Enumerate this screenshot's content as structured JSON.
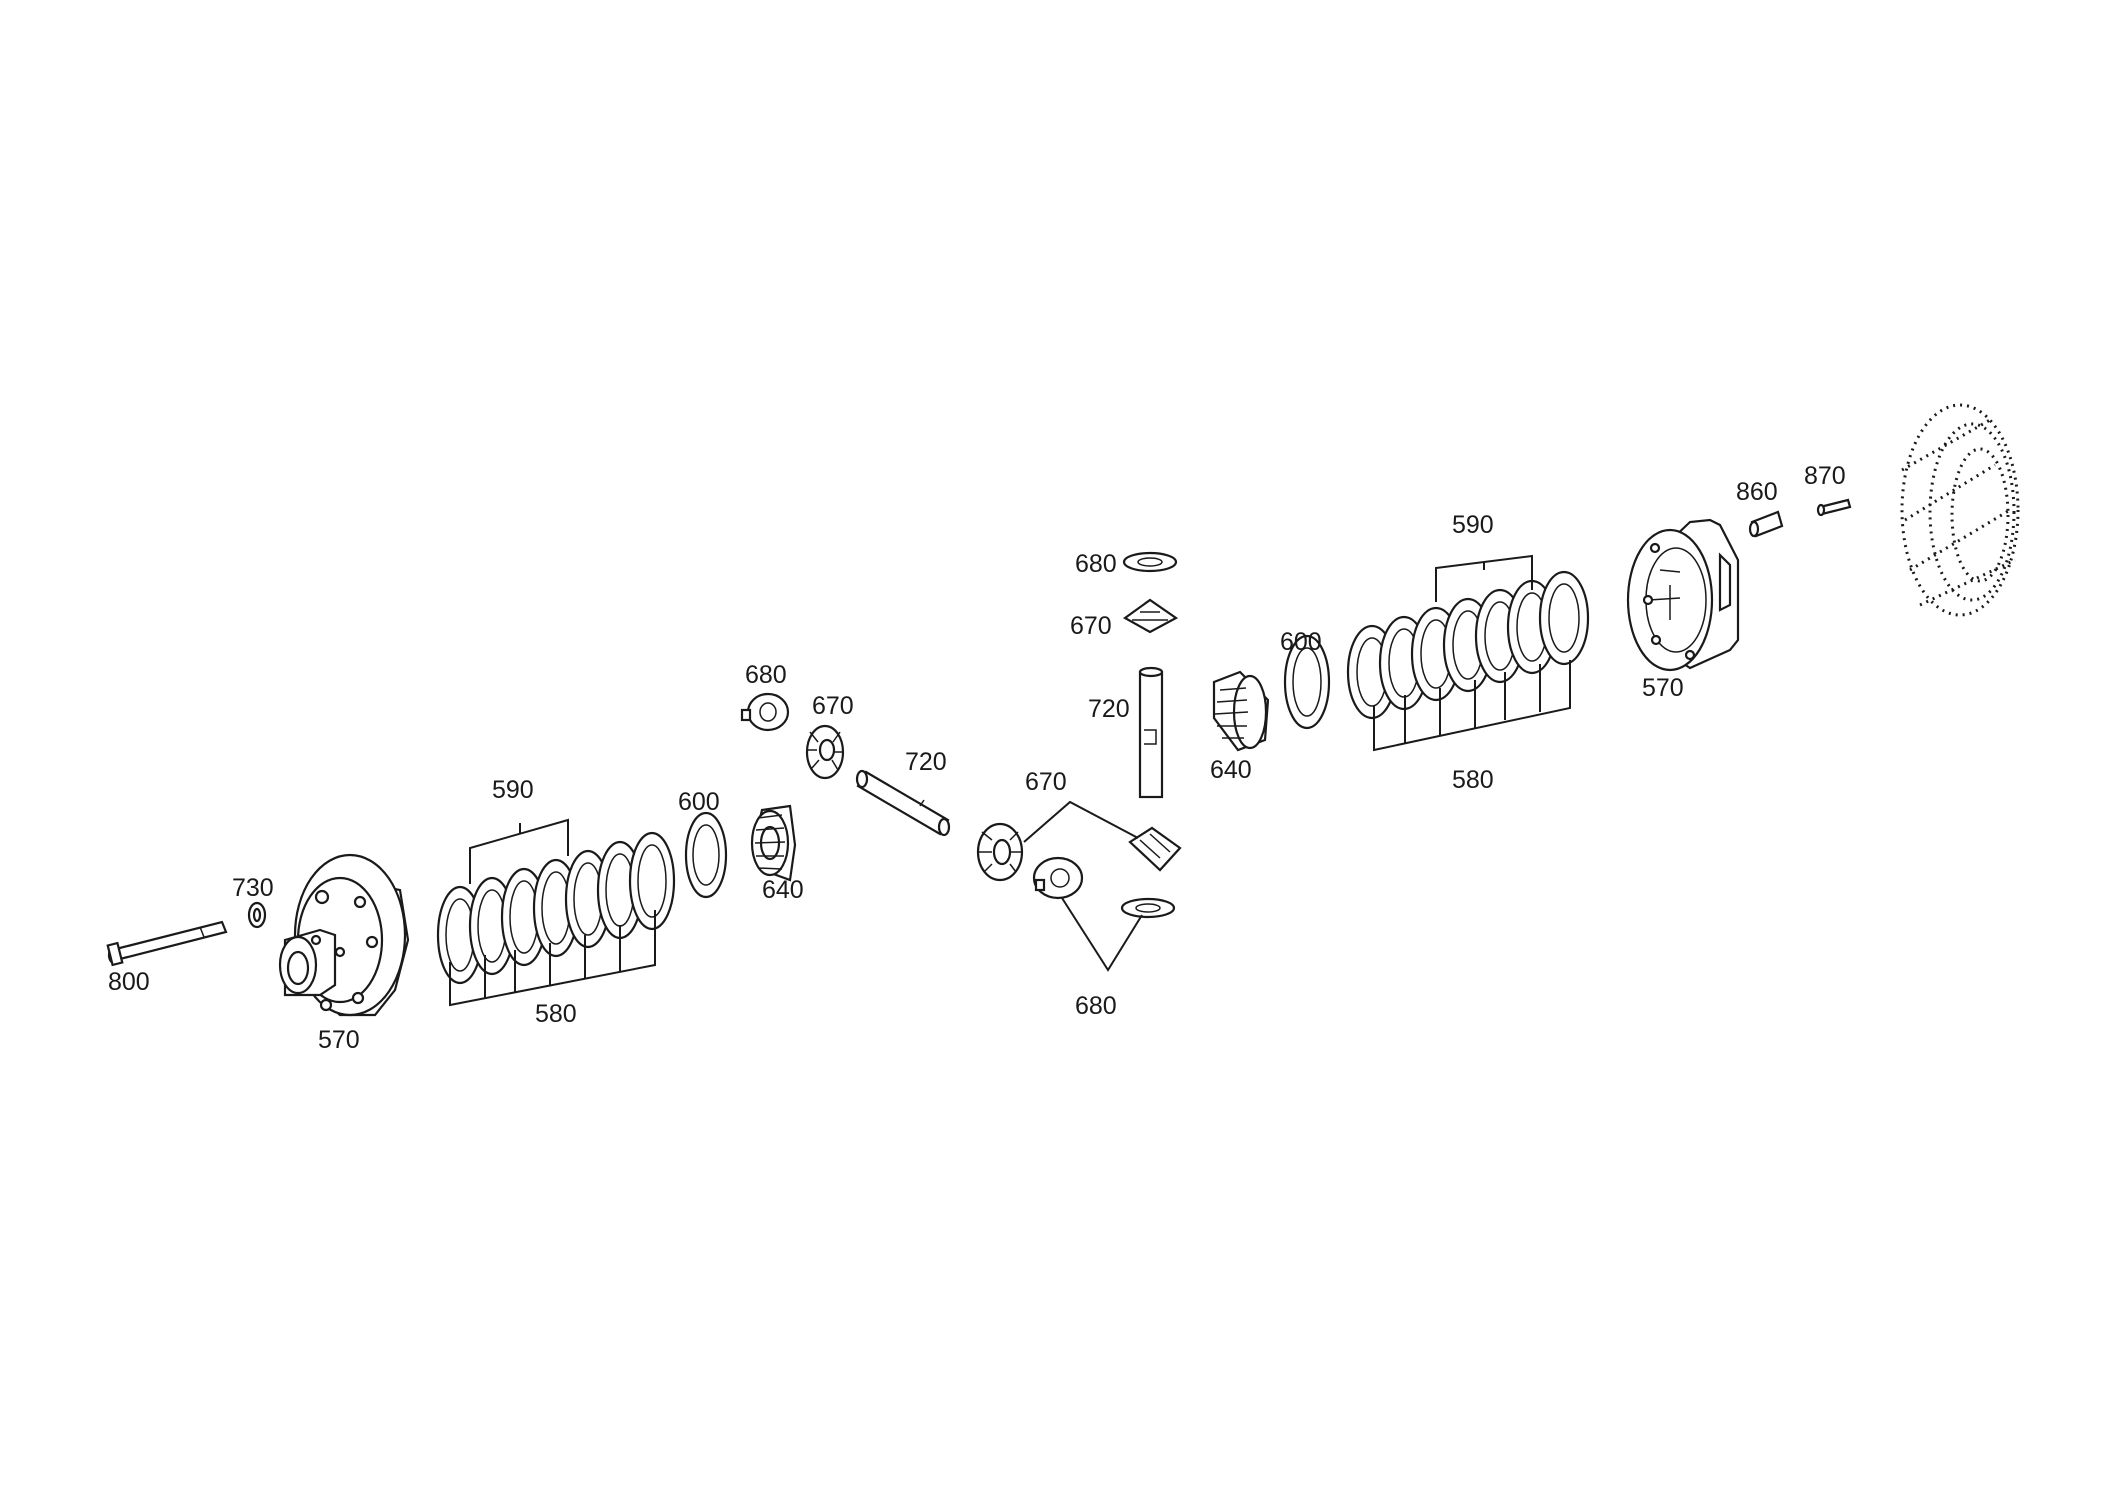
{
  "diagram": {
    "callouts": [
      {
        "id": "l800",
        "text": "800"
      },
      {
        "id": "l730",
        "text": "730"
      },
      {
        "id": "l570a",
        "text": "570"
      },
      {
        "id": "l590a",
        "text": "590"
      },
      {
        "id": "l580a",
        "text": "580"
      },
      {
        "id": "l600a",
        "text": "600"
      },
      {
        "id": "l640a",
        "text": "640"
      },
      {
        "id": "l680a",
        "text": "680"
      },
      {
        "id": "l670a",
        "text": "670"
      },
      {
        "id": "l720a",
        "text": "720"
      },
      {
        "id": "l670b",
        "text": "670"
      },
      {
        "id": "l680b",
        "text": "680"
      },
      {
        "id": "l680c",
        "text": "680"
      },
      {
        "id": "l670c",
        "text": "670"
      },
      {
        "id": "l720b",
        "text": "720"
      },
      {
        "id": "l640b",
        "text": "640"
      },
      {
        "id": "l600b",
        "text": "600"
      },
      {
        "id": "l590b",
        "text": "590"
      },
      {
        "id": "l580b",
        "text": "580"
      },
      {
        "id": "l570b",
        "text": "570"
      },
      {
        "id": "l860",
        "text": "860"
      },
      {
        "id": "l870",
        "text": "870"
      }
    ]
  }
}
